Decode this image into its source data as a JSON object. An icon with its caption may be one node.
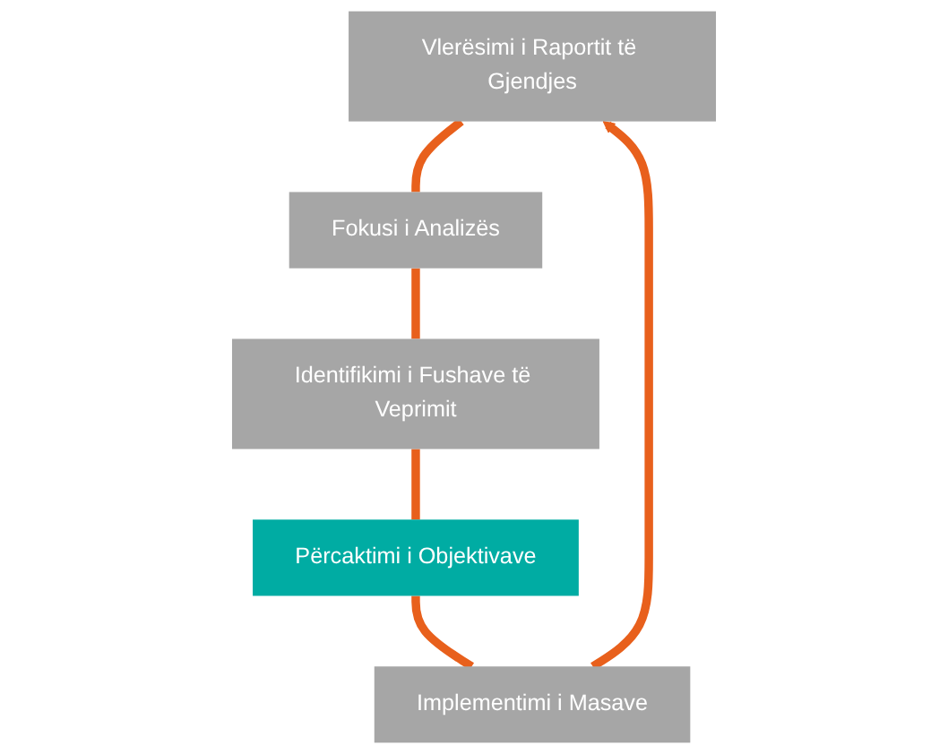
{
  "diagram": {
    "nodes": [
      {
        "text": [
          "Vlerësimi i Raportit të Gjendjes"
        ]
      },
      {
        "text": [
          "Fokusi i Analizës"
        ]
      },
      {
        "text": [
          "Identifikimi i Fushave të Veprimit"
        ]
      },
      {
        "text": [
          "Përcaktimi i Objektivave"
        ]
      },
      {
        "text": [
          "Implementimi i Masave"
        ]
      }
    ],
    "edges": [
      {
        "from": 0,
        "to": 1,
        "arrow": "none"
      },
      {
        "from": 1,
        "to": 2,
        "arrow": "none"
      },
      {
        "from": 2,
        "to": 3,
        "arrow": "none"
      },
      {
        "from": 3,
        "to": 4,
        "arrow": "none"
      },
      {
        "from": 4,
        "to": 0,
        "arrow": "to"
      }
    ]
  }
}
